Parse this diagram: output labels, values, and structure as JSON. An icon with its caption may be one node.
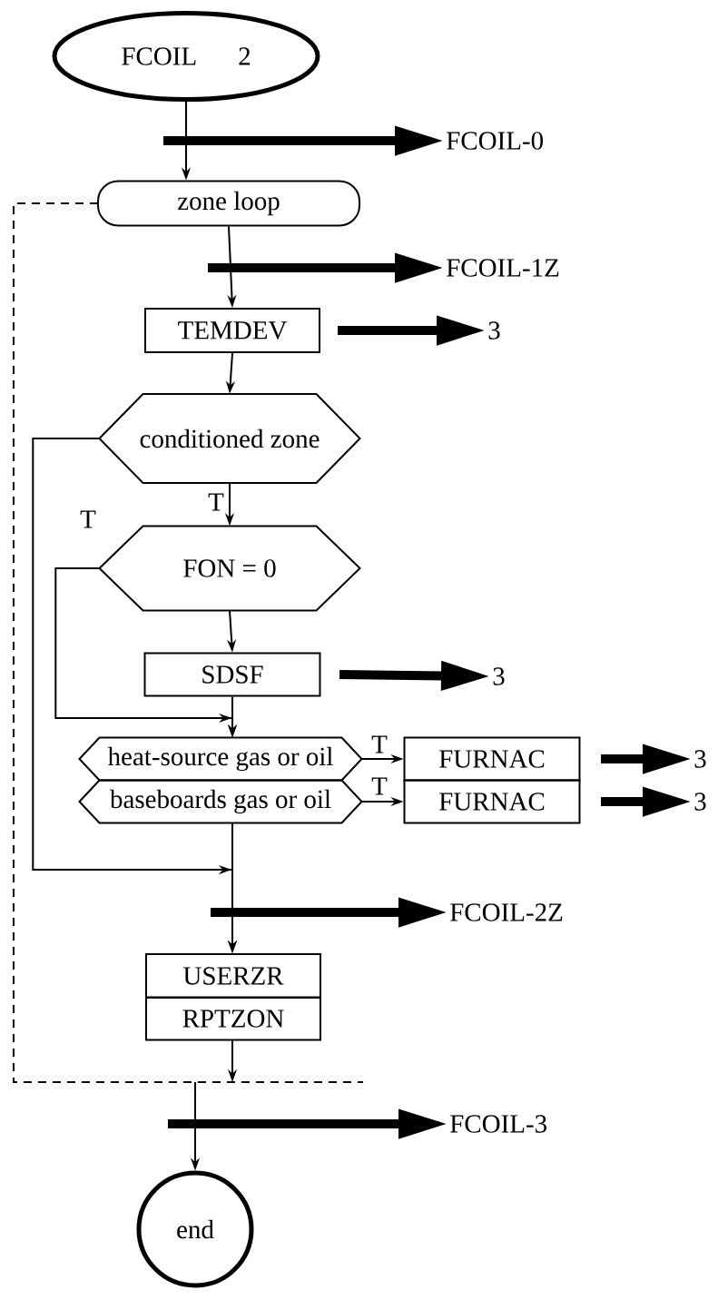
{
  "diagram": {
    "nodes": [
      {
        "text": [
          "FCOIL",
          "2"
        ]
      },
      {
        "text": [
          "zone loop"
        ]
      },
      {
        "text": [
          "TEMDEV"
        ]
      },
      {
        "text": [
          "conditioned zone"
        ]
      },
      {
        "text": [
          "FON = 0"
        ]
      },
      {
        "text": [
          "SDSF"
        ]
      },
      {
        "text": [
          "heat-source gas or oil"
        ]
      },
      {
        "text": [
          "baseboards gas or oil"
        ]
      },
      {
        "text": [
          "FURNAC"
        ]
      },
      {
        "text": [
          "FURNAC"
        ]
      },
      {
        "text": [
          "USERZR"
        ]
      },
      {
        "text": [
          "RPTZON"
        ]
      },
      {
        "text": [
          "end"
        ]
      },
      {
        "text": [
          "FCOIL-0"
        ]
      },
      {
        "text": [
          "FCOIL-1Z"
        ]
      },
      {
        "text": [
          "3"
        ]
      },
      {
        "text": [
          "3"
        ]
      },
      {
        "text": [
          "3"
        ]
      },
      {
        "text": [
          "3"
        ]
      },
      {
        "text": [
          "FCOIL-2Z"
        ]
      },
      {
        "text": [
          "FCOIL-3"
        ]
      }
    ],
    "edges": [
      {
        "from": 0,
        "to": 1,
        "arrow": "to"
      },
      {
        "from": 1,
        "to": 2,
        "arrow": "to"
      },
      {
        "from": 2,
        "to": 3,
        "arrow": "to"
      },
      {
        "from": 3,
        "to": 4,
        "arrow": "to",
        "label": "T"
      },
      {
        "from": 4,
        "to": 5,
        "arrow": "to"
      },
      {
        "from": 4,
        "to": 6,
        "arrow": "to",
        "label": "T"
      },
      {
        "from": 5,
        "to": 6,
        "arrow": "to"
      },
      {
        "from": 6,
        "to": 8,
        "arrow": "to",
        "label": "T"
      },
      {
        "from": 7,
        "to": 9,
        "arrow": "to",
        "label": "T"
      },
      {
        "from": 3,
        "to": 10,
        "arrow": "to"
      },
      {
        "from": 7,
        "to": 10,
        "arrow": "to"
      },
      {
        "from": 11,
        "to": null,
        "arrow": "to"
      },
      {
        "from": null,
        "to": 12,
        "arrow": "to"
      },
      {
        "from": null,
        "to": 13,
        "arrow": "to",
        "style": "thick"
      },
      {
        "from": null,
        "to": 14,
        "arrow": "to",
        "style": "thick"
      },
      {
        "from": null,
        "to": 15,
        "arrow": "to",
        "style": "thick"
      },
      {
        "from": null,
        "to": 16,
        "arrow": "to",
        "style": "thick"
      },
      {
        "from": null,
        "to": 17,
        "arrow": "to",
        "style": "thick"
      },
      {
        "from": null,
        "to": 18,
        "arrow": "to",
        "style": "thick"
      },
      {
        "from": null,
        "to": 19,
        "arrow": "to",
        "style": "thick"
      },
      {
        "from": null,
        "to": 20,
        "arrow": "to",
        "style": "thick"
      }
    ]
  }
}
